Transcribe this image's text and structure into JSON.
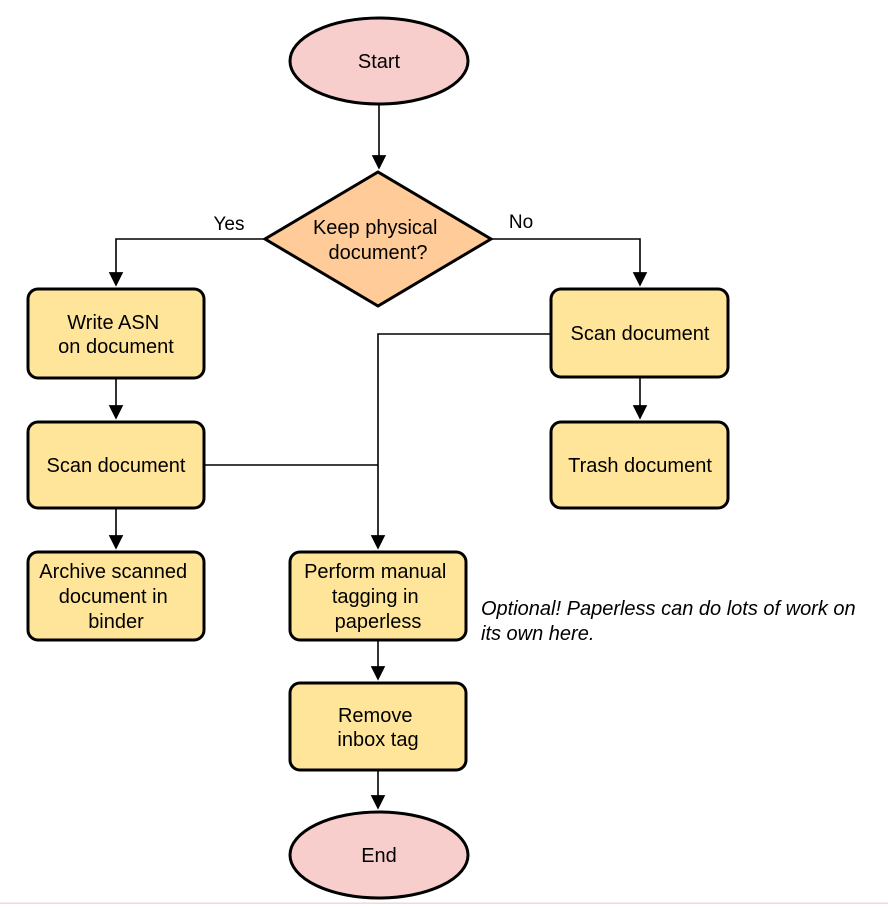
{
  "diagram": {
    "type": "flowchart",
    "colors": {
      "terminal_fill": "#F8CECC",
      "decision_fill": "#FFCC99",
      "process_fill": "#FFE599",
      "stroke": "#000000",
      "text": "#000000",
      "background": "#FFFFFF",
      "bottom_edge": "#EFD9D9"
    },
    "nodes": {
      "start": {
        "label": "Start"
      },
      "decision": {
        "lines": [
          "Keep physical",
          "document?"
        ]
      },
      "write_asn": {
        "lines": [
          "Write ASN",
          "on document"
        ]
      },
      "scan_left": {
        "label": "Scan document"
      },
      "archive": {
        "lines": [
          "Archive scanned",
          "document in",
          "binder"
        ]
      },
      "scan_right": {
        "label": "Scan document"
      },
      "trash": {
        "label": "Trash document"
      },
      "tagging": {
        "lines": [
          "Perform manual",
          "tagging in",
          "paperless"
        ]
      },
      "remove_inbox": {
        "lines": [
          "Remove",
          "inbox tag"
        ]
      },
      "end": {
        "label": "End"
      }
    },
    "edge_labels": {
      "yes": "Yes",
      "no": "No"
    },
    "note": {
      "lines": [
        "Optional! Paperless can do lots of work on",
        "its own here."
      ]
    }
  }
}
